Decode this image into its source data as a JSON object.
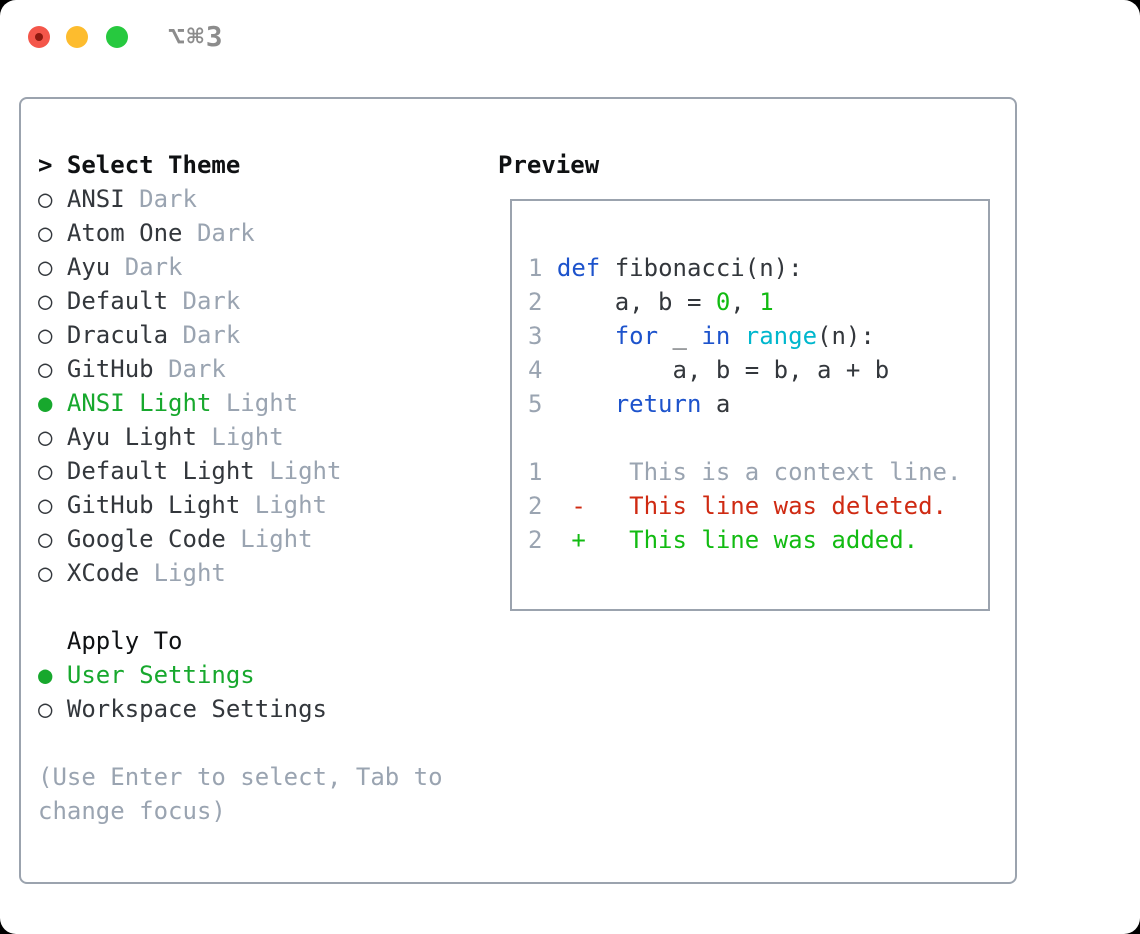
{
  "window": {
    "title_shortcut": "⌥⌘3"
  },
  "colors": {
    "traffic_red": "#f4564a",
    "traffic_red_dot": "#8e1a10",
    "traffic_yellow": "#fdbc2e",
    "traffic_green": "#27c93f",
    "title_gray": "#8c8c8c",
    "border_gray": "#9ba3ae",
    "text_black": "#0f1113",
    "text_dark": "#33373c",
    "muted_gray": "#9aa4b1",
    "accent_green": "#17a82d",
    "code_green": "#12bb12",
    "kw_blue": "#1d53cc",
    "fn_cyan": "#00b7cd",
    "err_red": "#cf2a12"
  },
  "glyphs": {
    "prompt": ">",
    "radio_selected": "●",
    "radio_unselected": "○"
  },
  "left_panel": {
    "header": {
      "prompt": ">",
      "title": "Select Theme"
    },
    "themes": [
      {
        "name": "ANSI",
        "tag": "Dark",
        "selected": false
      },
      {
        "name": "Atom One",
        "tag": "Dark",
        "selected": false
      },
      {
        "name": "Ayu",
        "tag": "Dark",
        "selected": false
      },
      {
        "name": "Default",
        "tag": "Dark",
        "selected": false
      },
      {
        "name": "Dracula",
        "tag": "Dark",
        "selected": false
      },
      {
        "name": "GitHub",
        "tag": "Dark",
        "selected": false
      },
      {
        "name": "ANSI Light",
        "tag": "Light",
        "selected": true
      },
      {
        "name": "Ayu Light",
        "tag": "Light",
        "selected": false
      },
      {
        "name": "Default Light",
        "tag": "Light",
        "selected": false
      },
      {
        "name": "GitHub Light",
        "tag": "Light",
        "selected": false
      },
      {
        "name": "Google Code",
        "tag": "Light",
        "selected": false
      },
      {
        "name": "XCode",
        "tag": "Light",
        "selected": false
      }
    ],
    "apply_to": {
      "title": "Apply To",
      "options": [
        {
          "name": "User Settings",
          "selected": true
        },
        {
          "name": "Workspace Settings",
          "selected": false
        }
      ]
    },
    "help_lines": [
      "(Use Enter to select, Tab to",
      "change focus)"
    ]
  },
  "preview": {
    "title": "Preview",
    "code_lines": [
      [
        [
          "ln",
          "1"
        ],
        [
          "t",
          " "
        ],
        [
          "kw",
          "def"
        ],
        [
          "t",
          " fibonacci(n):"
        ]
      ],
      [
        [
          "ln",
          "2"
        ],
        [
          "t",
          "     a, b = "
        ],
        [
          "num",
          "0"
        ],
        [
          "t",
          ", "
        ],
        [
          "num",
          "1"
        ]
      ],
      [
        [
          "ln",
          "3"
        ],
        [
          "t",
          "     "
        ],
        [
          "kw",
          "for"
        ],
        [
          "t",
          " _ "
        ],
        [
          "kw",
          "in"
        ],
        [
          "t",
          " "
        ],
        [
          "fn",
          "range"
        ],
        [
          "t",
          "(n):"
        ]
      ],
      [
        [
          "ln",
          "4"
        ],
        [
          "t",
          "         a, b = b, a + b"
        ]
      ],
      [
        [
          "ln",
          "5"
        ],
        [
          "t",
          "     "
        ],
        [
          "kw",
          "return"
        ],
        [
          "t",
          " a"
        ]
      ]
    ],
    "diff_lines": [
      {
        "line": "1",
        "marker": "",
        "text": "This is a context line.",
        "type": "context"
      },
      {
        "line": "2",
        "marker": "-",
        "text": "This line was deleted.",
        "type": "deleted"
      },
      {
        "line": "2",
        "marker": "+",
        "text": "This line was added.",
        "type": "added"
      }
    ]
  }
}
